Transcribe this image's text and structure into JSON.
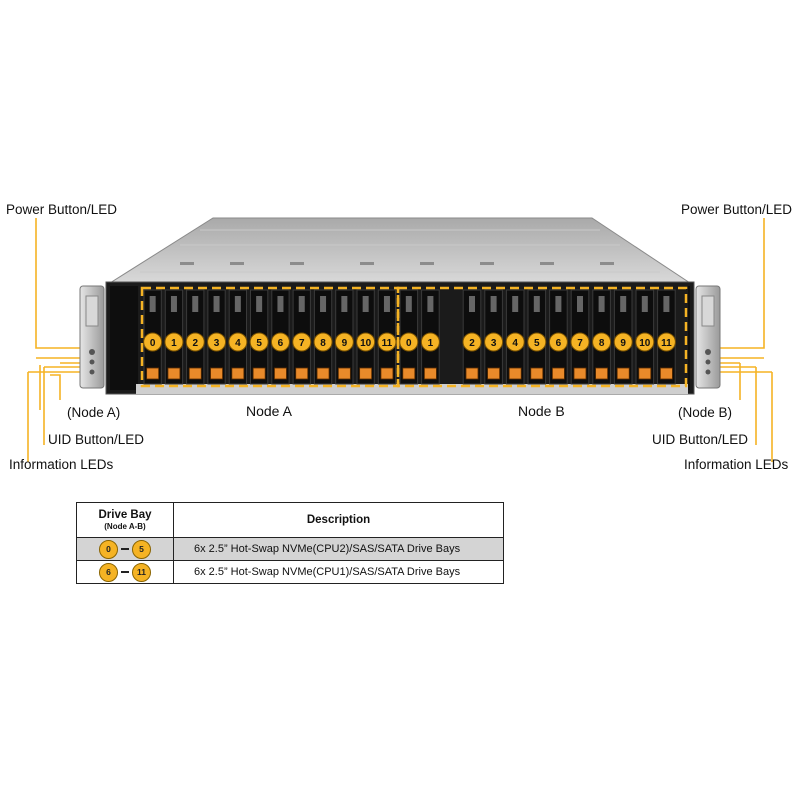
{
  "callouts": {
    "left_power": "Power Button/LED",
    "right_power": "Power Button/LED",
    "left_node": "(Node A)",
    "right_node": "(Node B)",
    "left_uid": "UID Button/LED",
    "right_uid": "UID Button/LED",
    "left_info": "Information LEDs",
    "right_info": "Information LEDs"
  },
  "nodes": {
    "a_label": "Node A",
    "b_label": "Node B",
    "a_bays": [
      "0",
      "1",
      "2",
      "3",
      "4",
      "5",
      "6",
      "7",
      "8",
      "9",
      "10",
      "11"
    ],
    "b_bays": [
      "0",
      "1",
      "2",
      "3",
      "4",
      "5",
      "6",
      "7",
      "8",
      "9",
      "10",
      "11"
    ]
  },
  "table": {
    "col1_header": "Drive Bay",
    "col1_sub": "(Node A-B)",
    "col2_header": "Description",
    "rows": [
      {
        "from": "0",
        "to": "5",
        "description": "6x 2.5” Hot-Swap NVMe(CPU2)/SAS/SATA Drive Bays"
      },
      {
        "from": "6",
        "to": "11",
        "description": "6x 2.5” Hot-Swap NVMe(CPU1)/SAS/SATA Drive Bays"
      }
    ]
  },
  "colors": {
    "callout_line": "#f5b324",
    "badge_fill": "#f5b324",
    "drive_latch": "#e98a2a",
    "chassis_top": "#bdbdbd",
    "bay_dark": "#141414"
  }
}
